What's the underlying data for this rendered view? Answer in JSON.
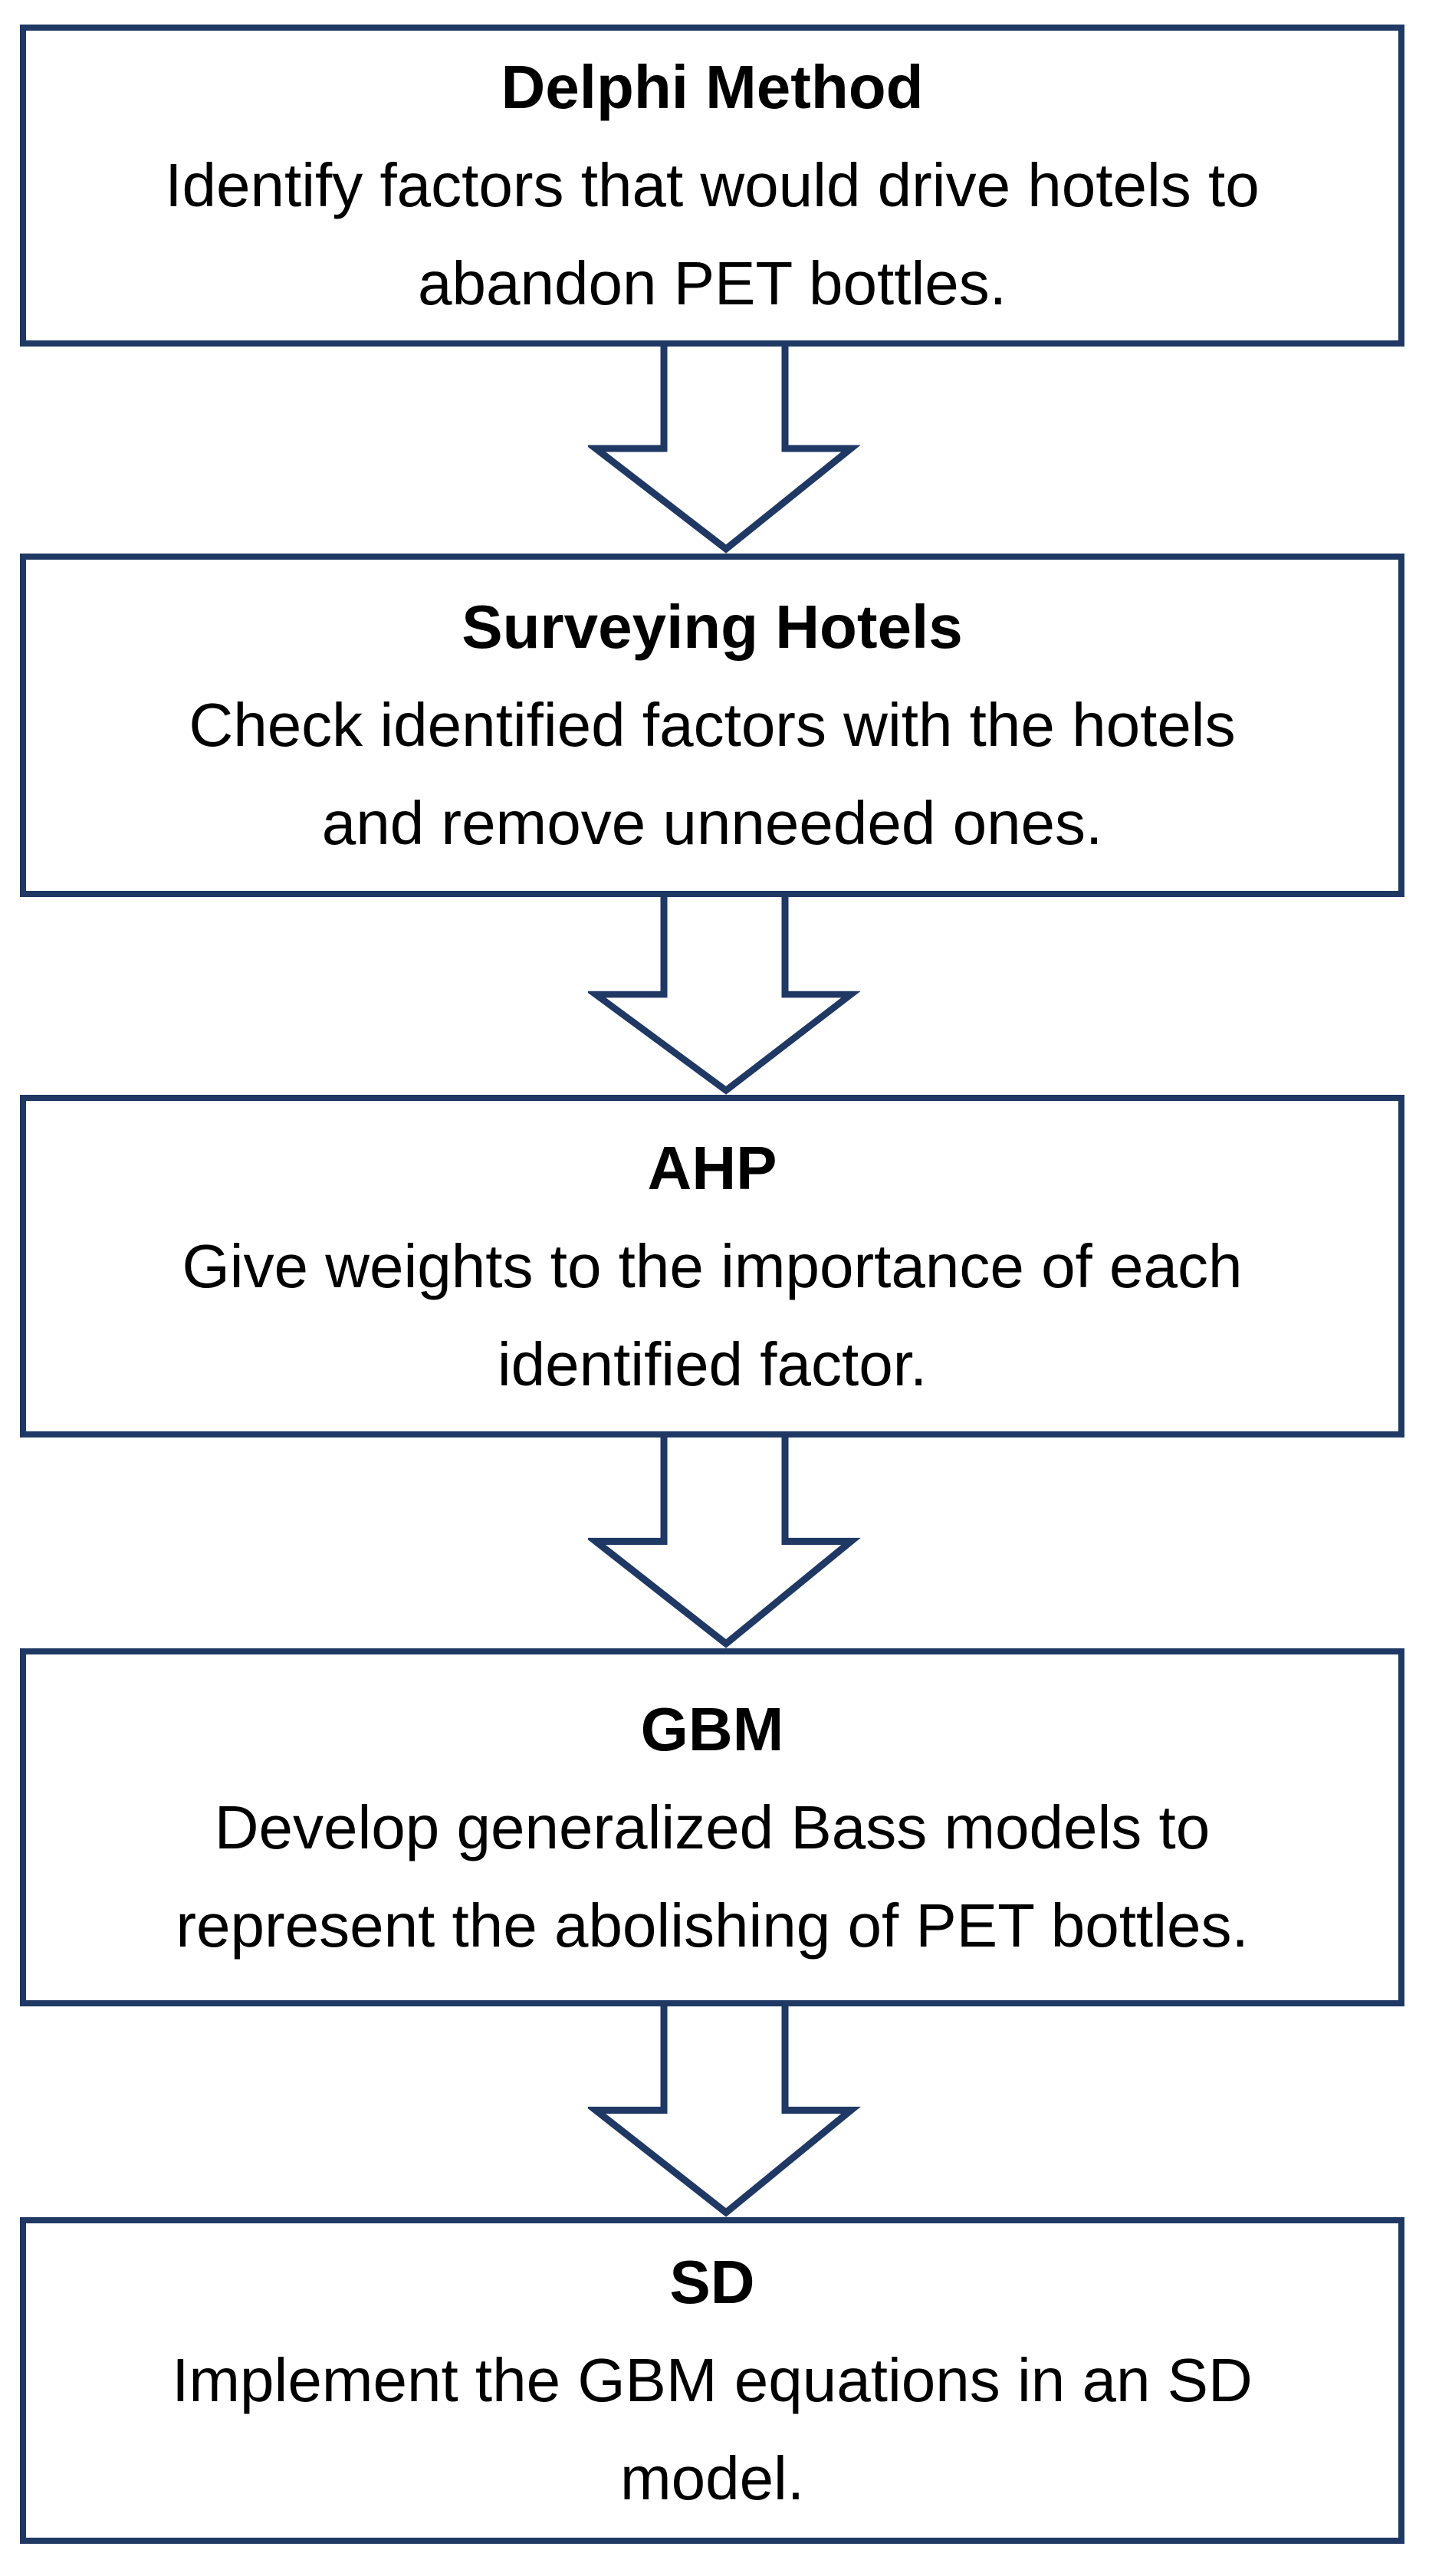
{
  "diagram": {
    "type": "flowchart",
    "background_color": "#ffffff",
    "accent_color": "#1f3864",
    "text_color": "#000000",
    "boxes": [
      {
        "title": "Delphi Method",
        "lines": [
          "Identify factors that would drive hotels to",
          "abandon PET bottles."
        ]
      },
      {
        "title": "Surveying Hotels",
        "lines": [
          "Check identified factors with the hotels",
          "and remove unneeded ones."
        ]
      },
      {
        "title": "AHP",
        "lines": [
          "Give weights to the importance of each",
          "identified factor."
        ]
      },
      {
        "title": "GBM",
        "lines": [
          "Develop generalized Bass models to",
          "represent the abolishing of PET bottles."
        ]
      },
      {
        "title": "SD",
        "lines": [
          "Implement the GBM equations in an SD",
          "model."
        ]
      }
    ],
    "connectors": [
      "down-block-arrow",
      "down-block-arrow",
      "down-block-arrow",
      "down-block-arrow"
    ]
  }
}
